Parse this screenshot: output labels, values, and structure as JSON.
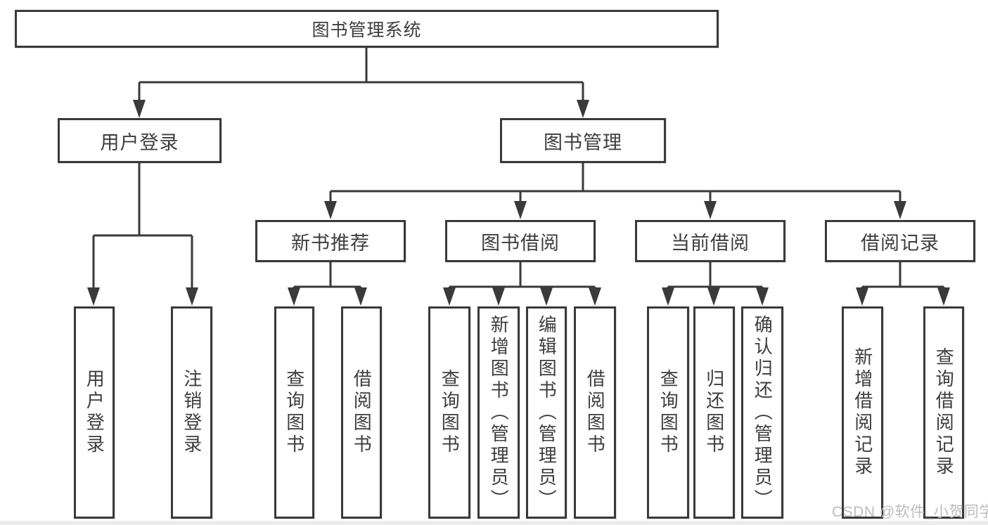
{
  "colors": {
    "line": "#3a3a3a",
    "text": "#3d3d3d",
    "background": "#ffffff",
    "watermark_text": "#bdbdbd"
  },
  "watermark": "CSDN @软件_小贺同学",
  "tree": {
    "root": "图书管理系统",
    "user_login": {
      "label": "用户登录",
      "children": {
        "login": "用户登录",
        "logout": "注销登录"
      }
    },
    "book_management": {
      "label": "图书管理",
      "children": {
        "new_book_recommend": {
          "label": "新书推荐",
          "children": {
            "query_books": "查询图书",
            "borrow_books": "借阅图书"
          }
        },
        "book_borrow": {
          "label": "图书借阅",
          "children": {
            "query_books": "查询图书",
            "add_books": "新增图书（管理员）",
            "edit_books": "编辑图书（管理员）",
            "borrow_books": "借阅图书"
          }
        },
        "current_borrow": {
          "label": "当前借阅",
          "children": {
            "query_books": "查询图书",
            "return_books": "归还图书",
            "confirm_return": "确认归还（管理员）"
          }
        },
        "borrow_records": {
          "label": "借阅记录",
          "children": {
            "add_record": "新增借阅记录",
            "query_record": "查询借阅记录"
          }
        }
      }
    }
  }
}
